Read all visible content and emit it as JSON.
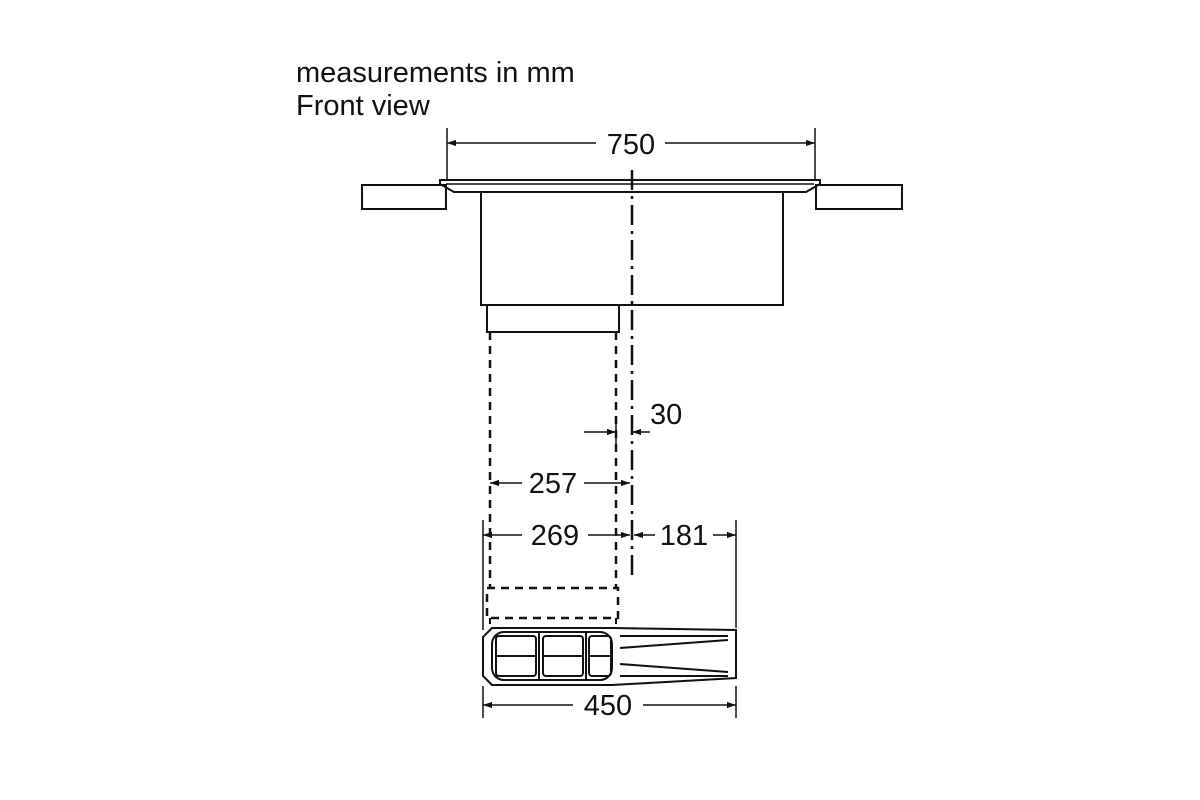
{
  "header": {
    "units_note": "measurements in mm",
    "view_label": "Front view"
  },
  "dimensions": {
    "overall_width": "750",
    "centerline_offset": "30",
    "inner_duct_width": "257",
    "outer_duct_width": "269",
    "right_offset": "181",
    "base_width": "450"
  }
}
